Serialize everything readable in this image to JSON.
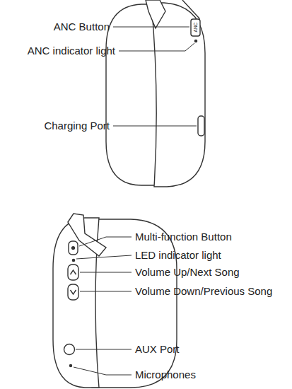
{
  "diagram": {
    "labels": [
      "ANC Button",
      "ANC indicator light",
      "Charging Port",
      "ANC",
      "Multi-function Button",
      "LED indicator light",
      "Volume Up/Next Song",
      "Volume Down/Previous Song",
      "AUX Port",
      "Microphones"
    ]
  }
}
